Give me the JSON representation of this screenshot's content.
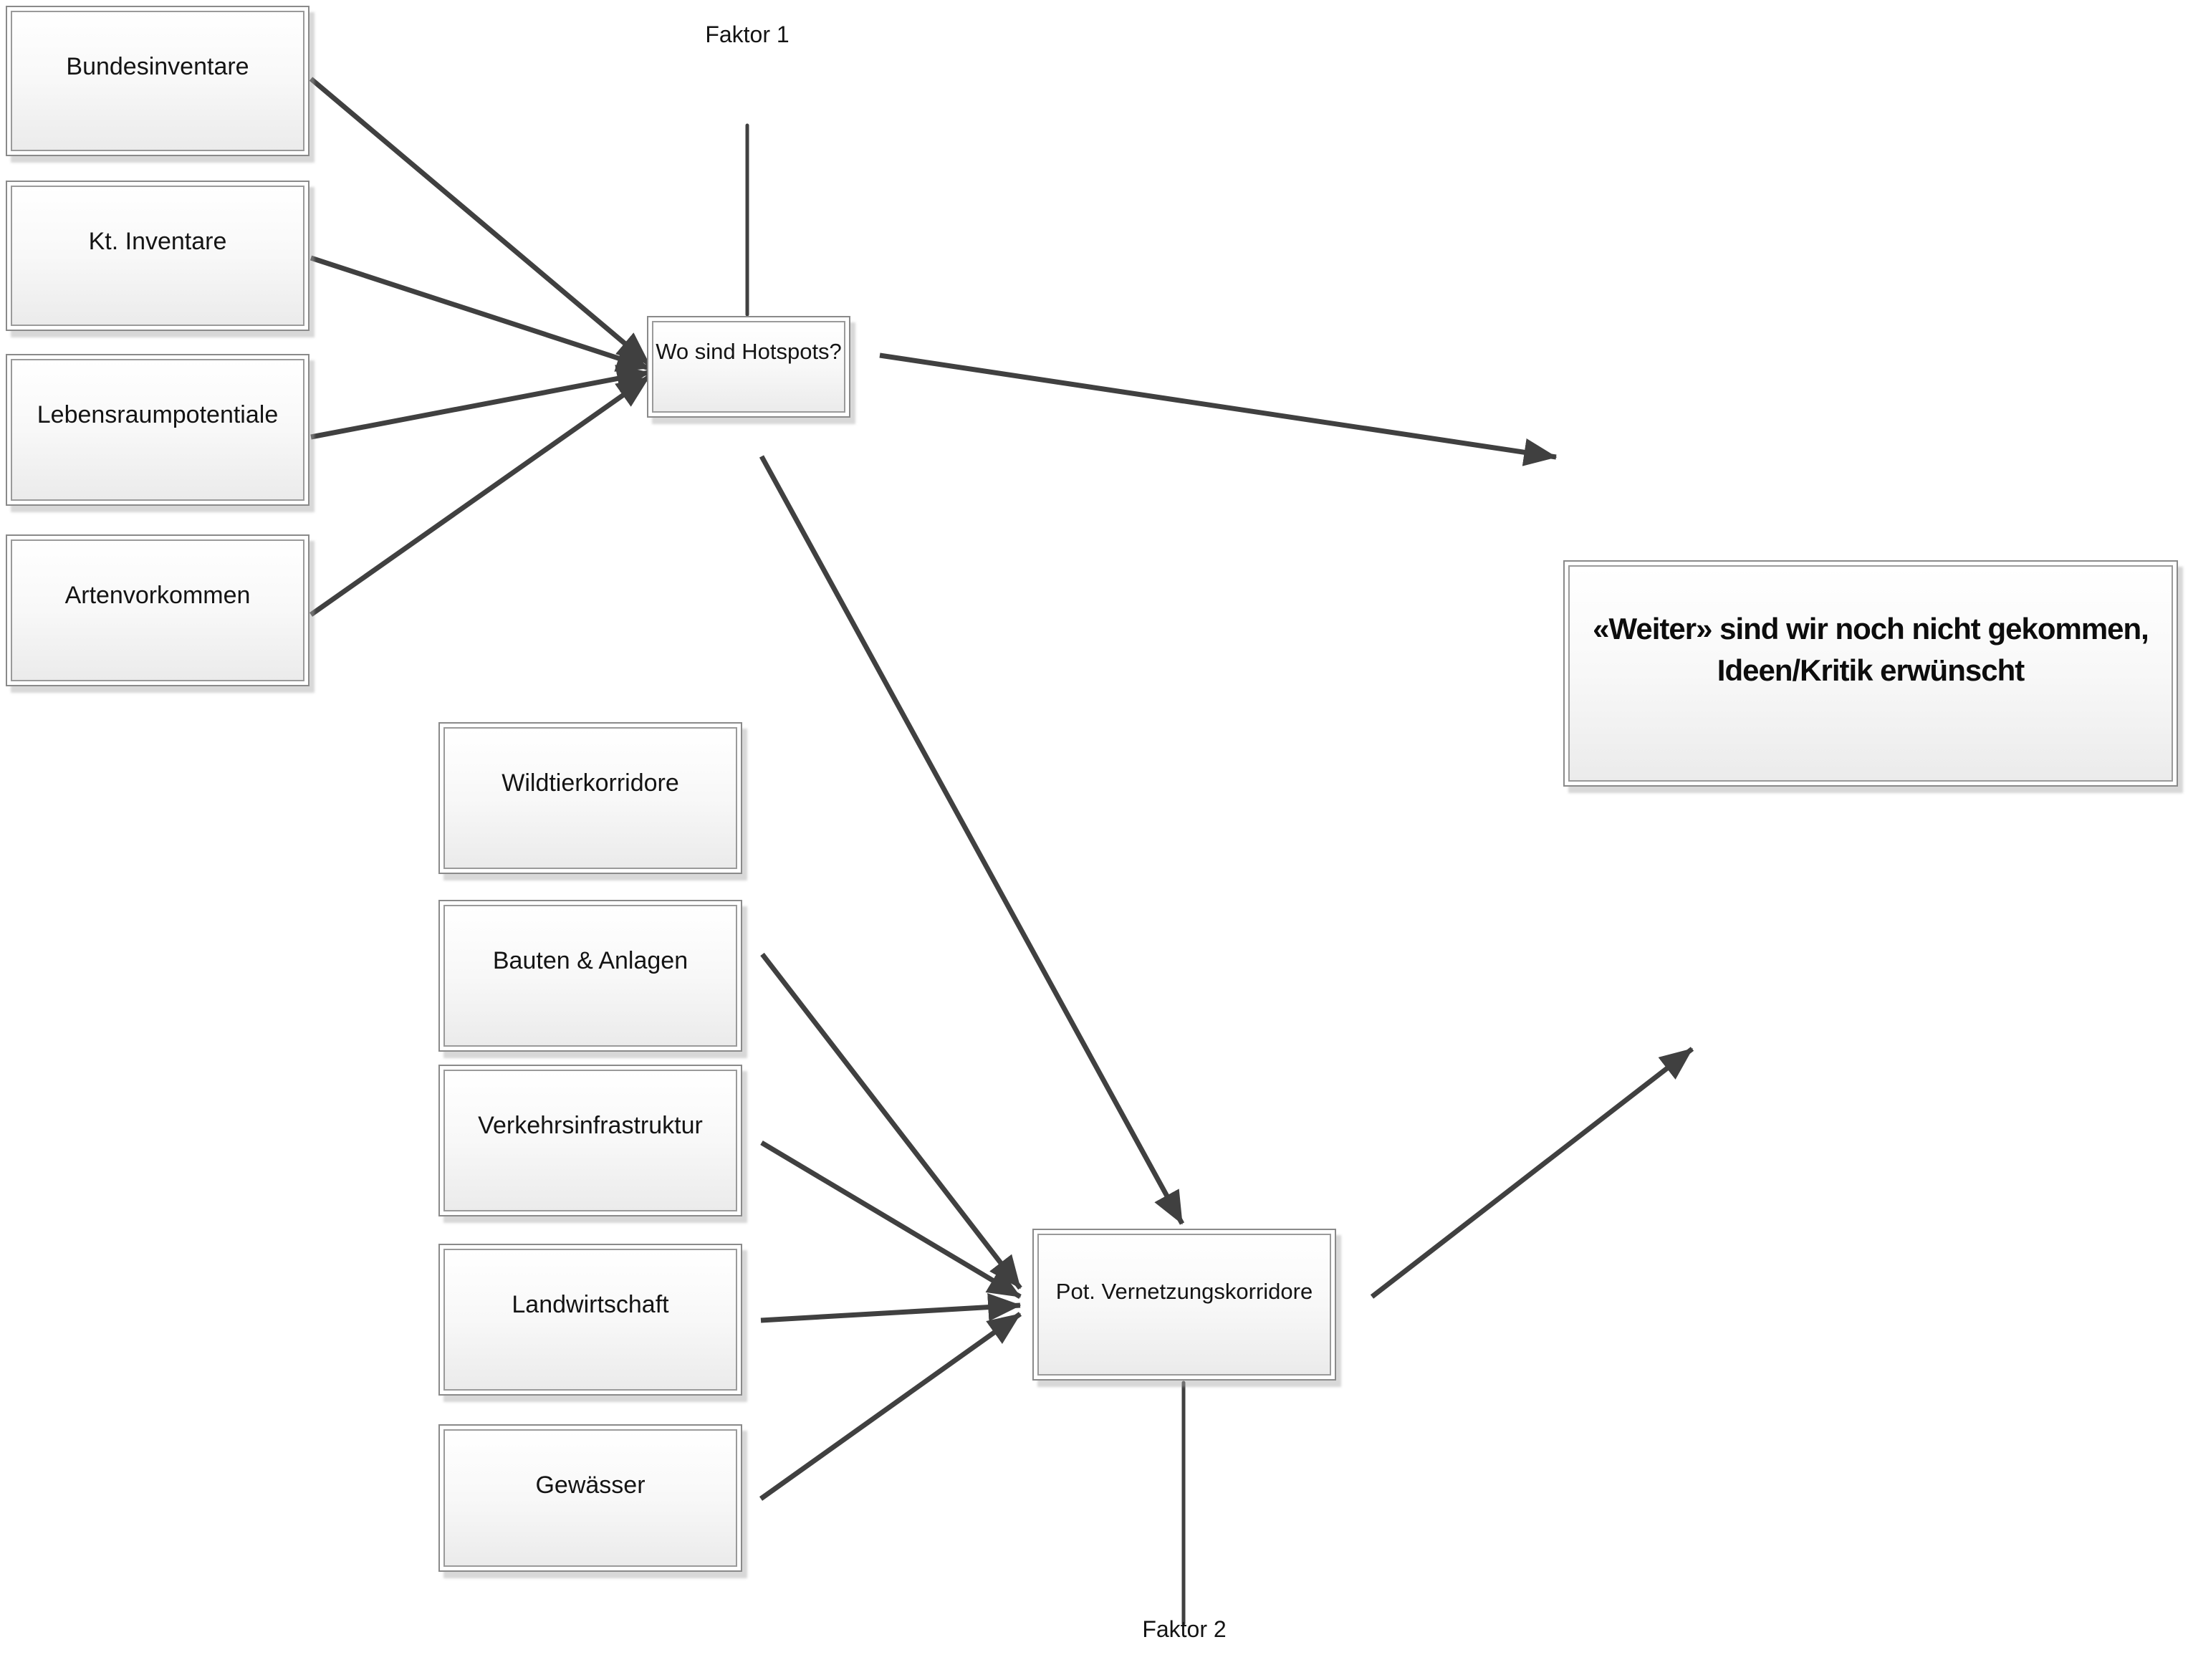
{
  "diagram": {
    "nodes": {
      "left": [
        "Bundesinventare",
        "Kt. Inventare",
        "Lebensraumpotentiale",
        "Artenvorkommen"
      ],
      "question": "Wo sind Hotspots?",
      "middle": [
        "Wildtierkorridore",
        "Bauten & Anlagen",
        "Verkehrsinfrastruktur",
        "Landwirtschaft",
        "Gewässer"
      ],
      "result": "Pot. Vernetzungskorridore",
      "note": "«Weiter» sind wir noch nicht gekommen, Ideen/Kritik erwünscht"
    },
    "labels": {
      "factor1": "Faktor 1",
      "factor2": "Faktor 2"
    },
    "colors": {
      "connector": "#404040",
      "box_border": "#8a8a8a",
      "box_fill_bottom": "#ebebeb",
      "text": "#141414"
    }
  }
}
